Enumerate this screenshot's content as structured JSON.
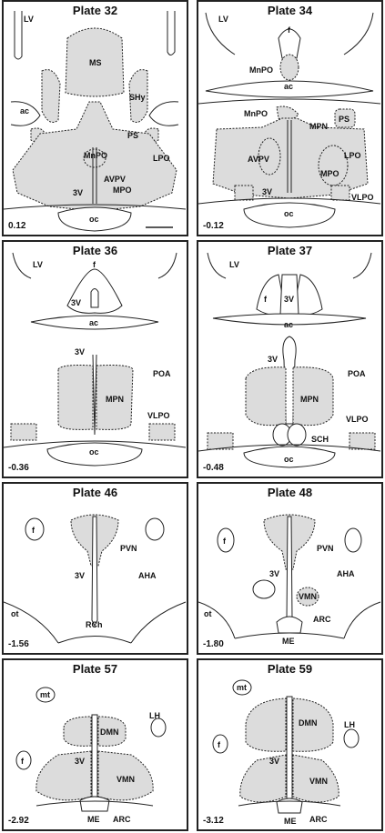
{
  "plates": [
    {
      "title": "Plate 32",
      "coord": "0.12",
      "labels": {
        "lv": "LV",
        "ms": "MS",
        "shy": "SHy",
        "ac": "ac",
        "ps": "PS",
        "mnpo": "MnPO",
        "lpo": "LPO",
        "avpv": "AVPV",
        "v3": "3V",
        "mpo": "MPO",
        "oc": "oc"
      }
    },
    {
      "title": "Plate 34",
      "coord": "-0.12",
      "labels": {
        "lv": "LV",
        "f": "f",
        "mnpo_top": "MnPO",
        "ac": "ac",
        "mnpo": "MnPO",
        "mpn": "MPN",
        "ps": "PS",
        "lpo": "LPO",
        "avpv": "AVPV",
        "mpo": "MPO",
        "v3": "3V",
        "vlpo": "VLPO",
        "oc": "oc"
      }
    },
    {
      "title": "Plate 36",
      "coord": "-0.36",
      "labels": {
        "lv": "LV",
        "f": "f",
        "v3a": "3V",
        "ac": "ac",
        "v3b": "3V",
        "poa": "POA",
        "mpn": "MPN",
        "vlpo": "VLPO",
        "oc": "oc"
      }
    },
    {
      "title": "Plate 37",
      "coord": "-0.48",
      "labels": {
        "lv": "LV",
        "f": "f",
        "v3a": "3V",
        "ac": "ac",
        "v3b": "3V",
        "poa": "POA",
        "mpn": "MPN",
        "vlpo": "VLPO",
        "sch": "SCH",
        "oc": "oc"
      }
    },
    {
      "title": "Plate 46",
      "coord": "-1.56",
      "labels": {
        "f": "f",
        "pvn": "PVN",
        "v3": "3V",
        "aha": "AHA",
        "ot": "ot",
        "rch": "RCh"
      }
    },
    {
      "title": "Plate 48",
      "coord": "-1.80",
      "labels": {
        "f": "f",
        "pvn": "PVN",
        "v3": "3V",
        "aha": "AHA",
        "vmn": "VMN",
        "ot": "ot",
        "arc": "ARC",
        "me": "ME"
      }
    },
    {
      "title": "Plate 57",
      "coord": "-2.92",
      "labels": {
        "mt": "mt",
        "dmn": "DMN",
        "lh": "LH",
        "f": "f",
        "v3": "3V",
        "vmn": "VMN",
        "me": "ME",
        "arc": "ARC"
      }
    },
    {
      "title": "Plate 59",
      "coord": "-3.12",
      "labels": {
        "mt": "mt",
        "dmn": "DMN",
        "lh": "LH",
        "f": "f",
        "v3": "3V",
        "vmn": "VMN",
        "me": "ME",
        "arc": "ARC"
      }
    }
  ]
}
